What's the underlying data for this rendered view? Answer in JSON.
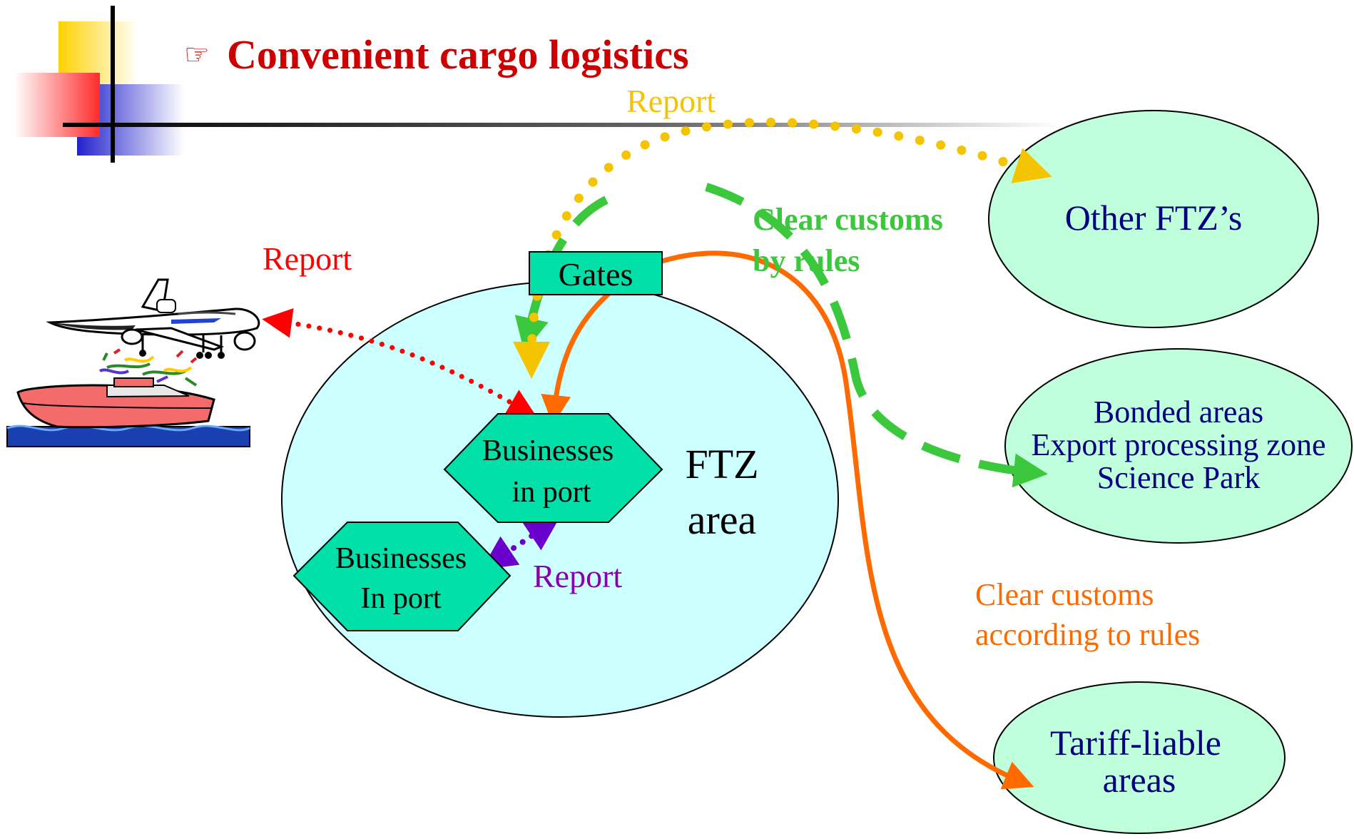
{
  "title": "Convenient cargo logistics",
  "title_icon": "pointing-hand-icon",
  "labels": {
    "report_top": "Report",
    "report_left": "Report",
    "report_inner": "Report",
    "clear_customs_rules": [
      "Clear customs",
      "by rules"
    ],
    "clear_customs_according": [
      "Clear customs",
      "according to rules"
    ]
  },
  "nodes": {
    "gates": "Gates",
    "ftz_area": [
      "FTZ",
      "area"
    ],
    "businesses_in_port_1": [
      "Businesses",
      "in port"
    ],
    "businesses_in_port_2": [
      "Businesses",
      "In port"
    ],
    "other_ftz": "Other FTZ’s",
    "bonded_areas": [
      "Bonded areas",
      "Export processing zone",
      "Science Park"
    ],
    "tariff_liable": [
      "Tariff-liable",
      "areas"
    ]
  },
  "colors": {
    "title": "#cc0000",
    "report_top": "#f5c400",
    "report_left": "#ff0000",
    "report_inner": "#8800aa",
    "clear_customs_rules": "#3cc83c",
    "clear_customs_according": "#ff6a00",
    "node_text": "#000080",
    "ftz_fill": "#ccffff",
    "hex_fill": "#00e0a8",
    "ellipse_fill": "#c0ffdc"
  }
}
